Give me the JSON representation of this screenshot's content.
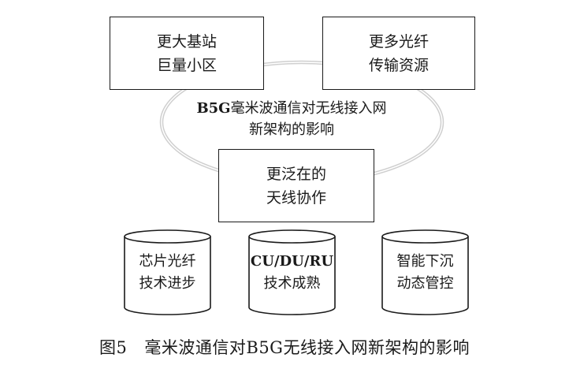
{
  "boxes": {
    "top_left": {
      "line1": "更大基站",
      "line2": "巨量小区"
    },
    "top_right": {
      "line1": "更多光纤",
      "line2": "传输资源"
    },
    "center": {
      "line1": "更泛在的",
      "line2": "天线协作"
    }
  },
  "center_label": {
    "prefix": "B5G",
    "line1_rest": "毫米波通信对无线接入网",
    "line2": "新架构的影响"
  },
  "cylinders": [
    {
      "line1": "芯片光纤",
      "line2": "技术进步",
      "line1_bold": false
    },
    {
      "line1": "CU/DU/RU",
      "line2": "技术成熟",
      "line1_bold": true
    },
    {
      "line1": "智能下沉",
      "line2": "动态管控",
      "line1_bold": false
    }
  ],
  "caption": {
    "number": "图5",
    "text": "毫米波通信对B5G无线接入网新架构的影响"
  }
}
